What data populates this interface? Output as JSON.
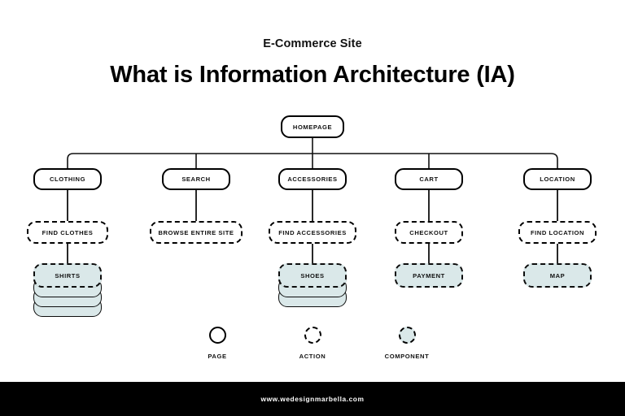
{
  "header": {
    "subtitle": "E-Commerce Site",
    "title": "What is Information Architecture (IA)"
  },
  "colors": {
    "component_fill": "#dae8e9",
    "stroke": "#000000",
    "footer_bg": "#000000",
    "footer_text": "#ffffff",
    "page_bg": "#ffffff"
  },
  "diagram": {
    "root": {
      "label": "HOMEPAGE",
      "type": "page"
    },
    "columns": [
      {
        "page": "CLOTHING",
        "action": "FIND CLOTHES",
        "component": "SHIRTS",
        "stack_layers": 4
      },
      {
        "page": "SEARCH",
        "action": "BROWSE ENTIRE SITE",
        "component": null,
        "stack_layers": 0
      },
      {
        "page": "ACCESSORIES",
        "action": "FIND ACCESSORIES",
        "component": "SHOES",
        "stack_layers": 3
      },
      {
        "page": "CART",
        "action": "CHECKOUT",
        "component": "PAYMENT",
        "stack_layers": 0
      },
      {
        "page": "LOCATION",
        "action": "FIND LOCATION",
        "component": "MAP",
        "stack_layers": 0
      }
    ]
  },
  "legend": [
    {
      "label": "PAGE",
      "shape": "circle-solid"
    },
    {
      "label": "ACTION",
      "shape": "circle-dashed"
    },
    {
      "label": "COMPONENT",
      "shape": "circle-dashed-filled"
    }
  ],
  "footer": {
    "url": "www.wedesignmarbella.com"
  }
}
